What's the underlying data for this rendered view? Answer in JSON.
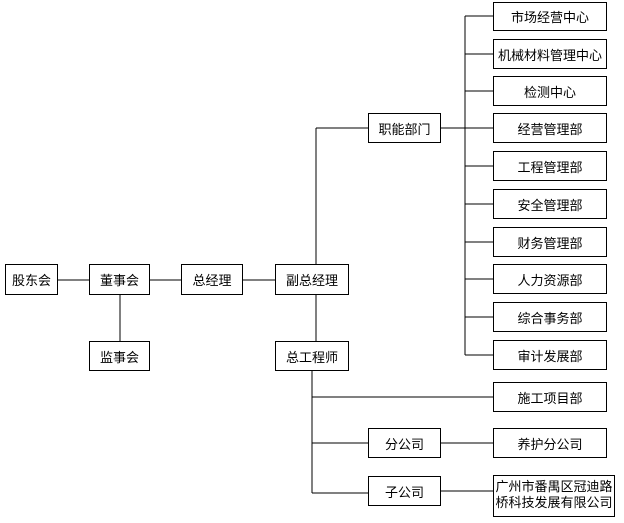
{
  "nodes": {
    "shareholders": "股东会",
    "board": "董事会",
    "supervisors": "监事会",
    "gm": "总经理",
    "deputy_gm": "副总经理",
    "chief_engineer": "总工程师",
    "functional_depts": "职能部门",
    "branch": "分公司",
    "subsidiary": "子公司",
    "construction_project": "施工项目部",
    "maintenance_branch": "养护分公司",
    "subsidiary_company": {
      "line1": "广州市番禺区冠迪路",
      "line2": "桥科技发展有限公司"
    }
  },
  "departments": [
    "市场经营中心",
    "机械材料管理中心",
    "检测中心",
    "经营管理部",
    "工程管理部",
    "安全管理部",
    "财务管理部",
    "人力资源部",
    "综合事务部",
    "审计发展部"
  ]
}
